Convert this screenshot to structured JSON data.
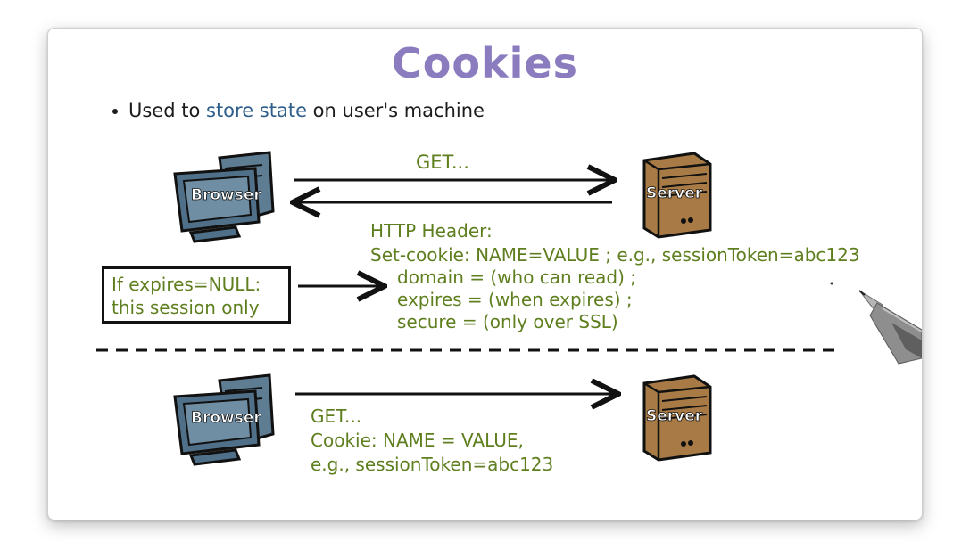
{
  "slide": {
    "title": "Cookies",
    "bullet": {
      "prefix": "Used to ",
      "highlight": "store state",
      "suffix": " on user's machine"
    }
  },
  "top_exchange": {
    "client_label": "Browser",
    "server_label": "Server",
    "request_label": "GET...",
    "response": {
      "header_title": "HTTP Header:",
      "set_cookie": "Set-cookie: NAME=VALUE ; e.g., sessionToken=abc123",
      "attributes": [
        "domain = (who can read) ;",
        "expires = (when expires) ;",
        "secure = (only over SSL)"
      ]
    },
    "note": {
      "line1": "If expires=NULL:",
      "line2": "this session only"
    }
  },
  "bottom_exchange": {
    "client_label": "Browser",
    "server_label": "Server",
    "request_line1": "GET...",
    "request_line2": "Cookie:   NAME = VALUE,",
    "request_line3": "e.g., sessionToken=abc123"
  },
  "colors": {
    "title": "#8b7cc0",
    "highlight": "#2e5e8a",
    "annotation_green": "#5f7f1f",
    "monitor_blue": "#4f7088",
    "server_brown": "#a87a45"
  },
  "icons": [
    "browser-computer-icon",
    "server-icon",
    "pen-icon"
  ]
}
